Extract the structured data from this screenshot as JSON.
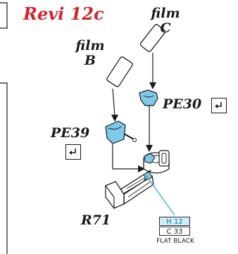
{
  "diagram": {
    "title": "Revi 12c",
    "labels": {
      "film_c": [
        "film",
        "C"
      ],
      "film_b": [
        "film",
        "B"
      ],
      "pe30": "PE30",
      "pe39": "PE39",
      "r71": "R71"
    },
    "paint": {
      "code_1": "H 12",
      "code_2": "C 33",
      "color_name": "FLAT BLACK"
    },
    "colors": {
      "title": "#d2232a",
      "part_highlight": "#7ec8ea",
      "callout_line": "#2ea3dc"
    },
    "icons": [
      "glue-icon",
      "glue-icon"
    ]
  }
}
